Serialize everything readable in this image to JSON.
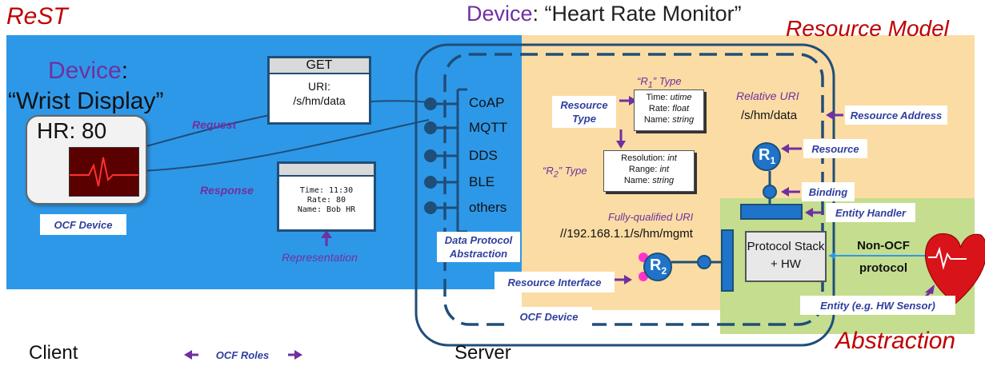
{
  "titles": {
    "rest": "ReST",
    "device_keyword": "Device",
    "device_rest": ": “Heart Rate Monitor”",
    "resource_model": "Resource Model",
    "abstraction": "Abstraction"
  },
  "client_device": {
    "keyword": "Device",
    "colon": ":",
    "name": "“Wrist Display”",
    "hr_text": "HR: 80",
    "ocf_label": "OCF Device"
  },
  "request": {
    "label": "Request",
    "method": "GET",
    "uri_label": "URI:",
    "uri": "/s/hm/data"
  },
  "response": {
    "label": "Response",
    "lines": [
      "Time: 11:30",
      "Rate: 80",
      "Name: Bob HR"
    ],
    "representation_label": "Representation"
  },
  "protocols": [
    "CoAP",
    "MQTT",
    "DDS",
    "BLE",
    "others"
  ],
  "data_protocol_abstraction": "Data Protocol Abstraction",
  "resource_interface": "Resource Interface",
  "ocf_device_server": "OCF Device",
  "r1_type": {
    "caption_pre": "“R",
    "caption_sub": "1",
    "caption_post": "” Type",
    "lines": [
      {
        "k": "Time: ",
        "v": "utime"
      },
      {
        "k": "Rate: ",
        "v": "float"
      },
      {
        "k": "Name: ",
        "v": "string"
      }
    ]
  },
  "r2_type": {
    "caption_pre": "“R",
    "caption_sub": "2",
    "caption_post": "” Type",
    "lines": [
      {
        "k": "Resolution: ",
        "v": "int"
      },
      {
        "k": "Range: ",
        "v": "int"
      },
      {
        "k": "Name: ",
        "v": "string"
      }
    ]
  },
  "resource_type_label": "Resource Type",
  "relative_uri": {
    "label": "Relative URI",
    "value": "/s/hm/data"
  },
  "labels": {
    "resource_address": "Resource Address",
    "resource": "Resource",
    "binding": "Binding",
    "entity_handler": "Entity Handler",
    "entity": "Entity (e.g. HW Sensor)"
  },
  "fq_uri": {
    "label": "Fully-qualified URI",
    "value": "//192.168.1.1/s/hm/mgmt"
  },
  "r1": {
    "letter": "R",
    "sub": "1"
  },
  "r2": {
    "letter": "R",
    "sub": "2"
  },
  "protocol_stack": "Protocol Stack + HW",
  "non_ocf": "Non-OCF protocol",
  "bottom": {
    "client": "Client",
    "roles": "OCF Roles",
    "server": "Server"
  },
  "colors": {
    "blue_region": "#2e98e8",
    "tan_region": "#fbdca4",
    "green_region": "#c4dd8e",
    "navy": "#1f4e79",
    "purple": "#7030a0",
    "red": "#c00000"
  }
}
